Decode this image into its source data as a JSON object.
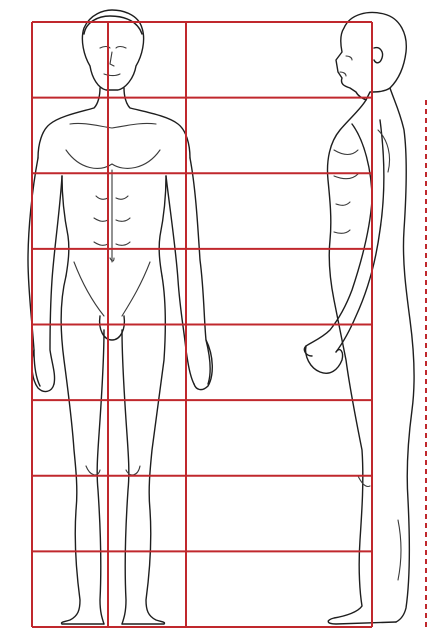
{
  "diagram": {
    "subject": "human-figure-proportion-grid",
    "views": [
      "front",
      "side"
    ],
    "head_units_tall": 8,
    "grid_color": "#c0282d",
    "figure_line_color": "#1e1e1e",
    "background_color": "#ffffff",
    "labels": []
  }
}
